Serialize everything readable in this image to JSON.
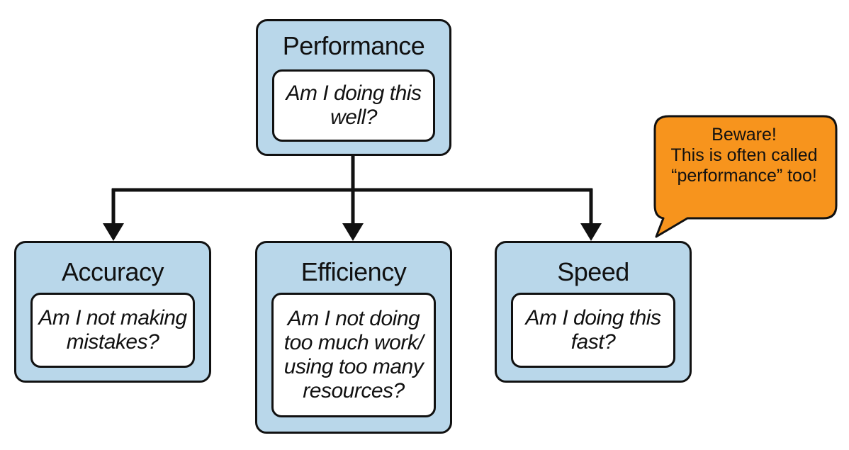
{
  "nodes": {
    "performance": {
      "title": "Performance",
      "question": "Am I doing this\nwell?"
    },
    "accuracy": {
      "title": "Accuracy",
      "question": "Am I not making\nmistakes?"
    },
    "efficiency": {
      "title": "Efficiency",
      "question": "Am I not doing\ntoo much work/\nusing too many\nresources?"
    },
    "speed": {
      "title": "Speed",
      "question": "Am I doing this\nfast?"
    }
  },
  "callout": {
    "text": "Beware!\nThis is often called\n“performance” too!",
    "color": "#f7941d"
  },
  "colors": {
    "card_fill": "#b9d7ea",
    "stroke": "#111111",
    "inner_fill": "#ffffff"
  }
}
